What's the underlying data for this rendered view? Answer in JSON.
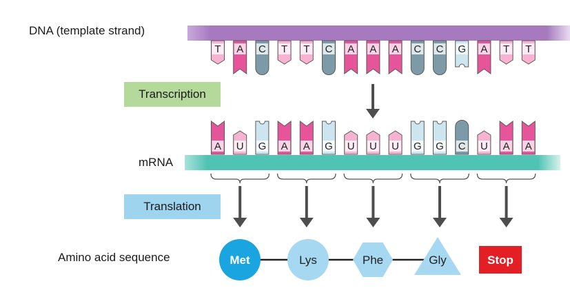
{
  "labels": {
    "dna": "DNA (template strand)",
    "transcription": "Transcription",
    "mrna": "mRNA",
    "translation": "Translation",
    "amino_acid_sequence": "Amino acid sequence"
  },
  "dna_bases": [
    "T",
    "A",
    "C",
    "T",
    "T",
    "C",
    "A",
    "A",
    "A",
    "C",
    "C",
    "G",
    "A",
    "T",
    "T"
  ],
  "mrna_bases": [
    "A",
    "U",
    "G",
    "A",
    "A",
    "G",
    "U",
    "U",
    "U",
    "G",
    "G",
    "C",
    "U",
    "A",
    "A"
  ],
  "amino_acids": [
    {
      "name": "Met",
      "shape": "circle-dark"
    },
    {
      "name": "Lys",
      "shape": "circle-light"
    },
    {
      "name": "Phe",
      "shape": "hexagon"
    },
    {
      "name": "Gly",
      "shape": "triangle"
    },
    {
      "name": "Stop",
      "shape": "square-red"
    }
  ],
  "colors": {
    "dna_strand": "#a77ac0",
    "mrna_strand": "#4fc3b4",
    "transcription_bg": "#b5d99a",
    "translation_bg": "#9fd4ef",
    "A": "#e6549a",
    "T": "#f7b3cf",
    "U": "#f7b3cf",
    "C": "#7d9aa8",
    "G": "#cde5ee",
    "met": "#1aa4e0",
    "amino": "#a6d8f1",
    "stop": "#e31e24",
    "arrow": "#4d4d4d"
  }
}
